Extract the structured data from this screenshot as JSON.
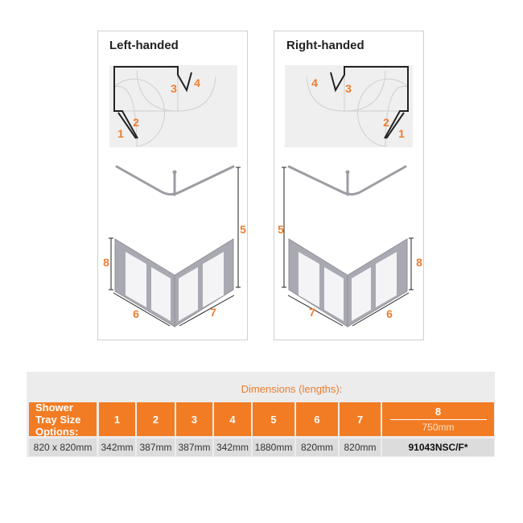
{
  "left": {
    "title": "Left-handed",
    "labels": [
      "1",
      "2",
      "3",
      "4",
      "5",
      "6",
      "7",
      "8"
    ]
  },
  "right": {
    "title": "Right-handed",
    "labels": [
      "1",
      "2",
      "3",
      "4",
      "5",
      "6",
      "7",
      "8"
    ]
  },
  "table": {
    "title": "Dimensions (lengths):",
    "header_first": "Shower Tray Size Options:",
    "columns": [
      "1",
      "2",
      "3",
      "4",
      "5",
      "6",
      "7"
    ],
    "col8_label": "8",
    "col8_value": "750mm",
    "row": {
      "size": "820 x 820mm",
      "values": [
        "342mm",
        "387mm",
        "387mm",
        "342mm",
        "1880mm",
        "820mm",
        "820mm"
      ],
      "code": "91043NSC/F*"
    }
  },
  "colors": {
    "accent": "#f27c24",
    "label": "#ef7d2e"
  }
}
